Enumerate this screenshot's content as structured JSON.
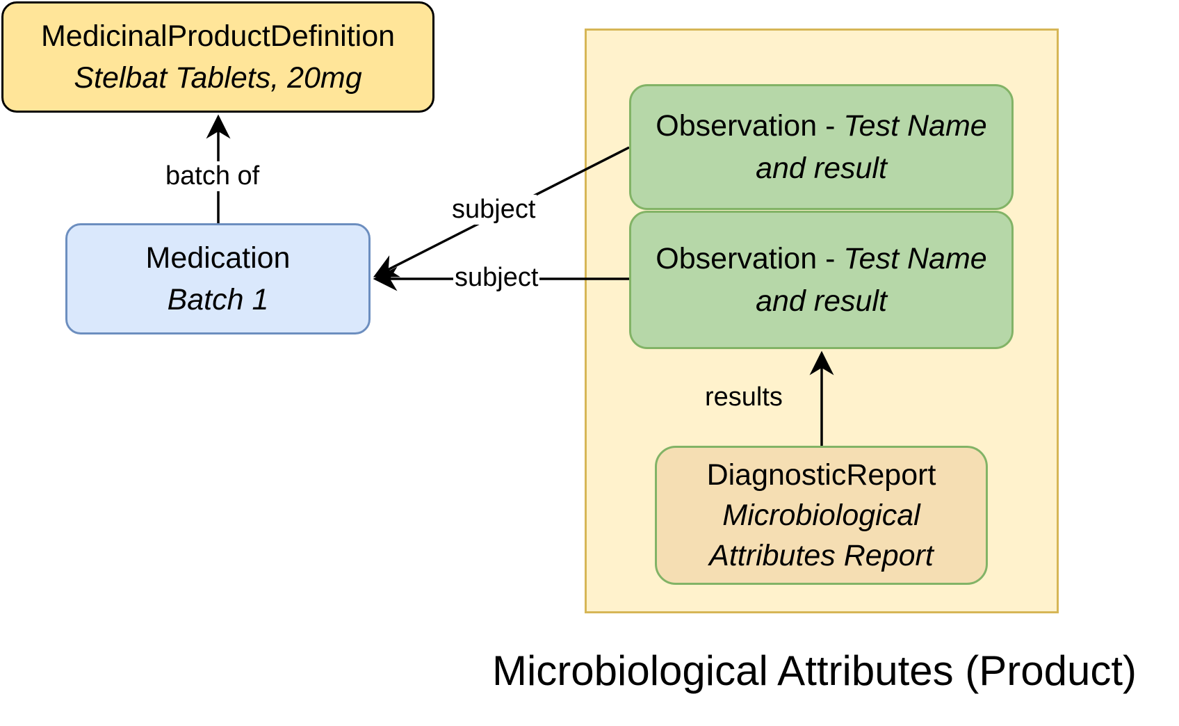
{
  "diagram": {
    "title": "Microbiological Attributes (Product)",
    "colors": {
      "mpd_fill": "#ffe599",
      "medication_fill": "#dae8fc",
      "medication_stroke": "#6c8ebf",
      "container_fill": "#fff2cc",
      "container_stroke": "#d6b656",
      "observation_fill": "#b6d7a8",
      "observation_stroke": "#82b366",
      "report_fill": "#f5deb3"
    },
    "nodes": {
      "medicinal_product_definition": {
        "title": "MedicinalProductDefinition",
        "subtitle": "Stelbat Tablets, 20mg"
      },
      "medication": {
        "title": "Medication",
        "subtitle": "Batch 1"
      },
      "observation_1": {
        "prefix": "Observation - ",
        "italic_1": "Test Name",
        "italic_2": "and result"
      },
      "observation_2": {
        "prefix": "Observation - ",
        "italic_1": "Test Name",
        "italic_2": "and result"
      },
      "diagnostic_report": {
        "title": "DiagnosticReport",
        "subtitle_1": "Microbiological",
        "subtitle_2": "Attributes Report"
      }
    },
    "edges": [
      {
        "from": "medication",
        "to": "medicinal_product_definition",
        "label": "batch of"
      },
      {
        "from": "observation_1",
        "to": "medication",
        "label": "subject"
      },
      {
        "from": "observation_2",
        "to": "medication",
        "label": "subject"
      },
      {
        "from": "diagnostic_report",
        "to": "observation_2",
        "label": "results"
      }
    ]
  }
}
